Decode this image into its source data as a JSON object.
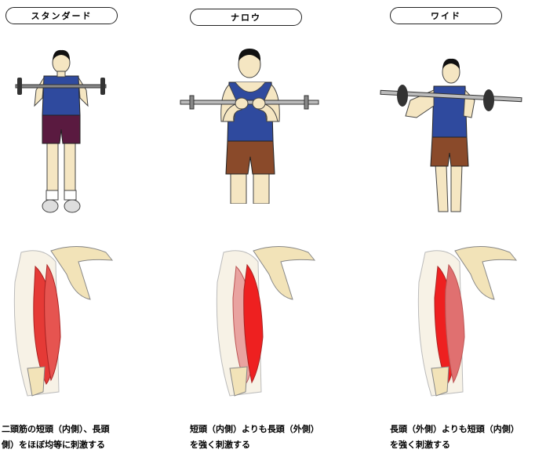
{
  "grips": [
    {
      "label": "スタンダード",
      "caption1": "二頭筋の短頭（内側）、長頭",
      "caption2": "側）をほぼ均等に刺激する"
    },
    {
      "label": "ナロウ",
      "caption1": "短頭（内側）よりも長頭（外側）",
      "caption2": "を強く刺激する"
    },
    {
      "label": "ワイド",
      "caption1": "長頭（外側）よりも短頭（内側）",
      "caption2": "を強く刺激する"
    }
  ],
  "colors": {
    "shirt": "#2f4a9e",
    "shorts_std": "#5a1a40",
    "shorts": "#8a4a2a",
    "skin": "#f5e6c2",
    "bone": "#f2e3b8",
    "muscle": "#e53a36",
    "muscle_light": "#e9a3a0",
    "plate": "#333333"
  }
}
